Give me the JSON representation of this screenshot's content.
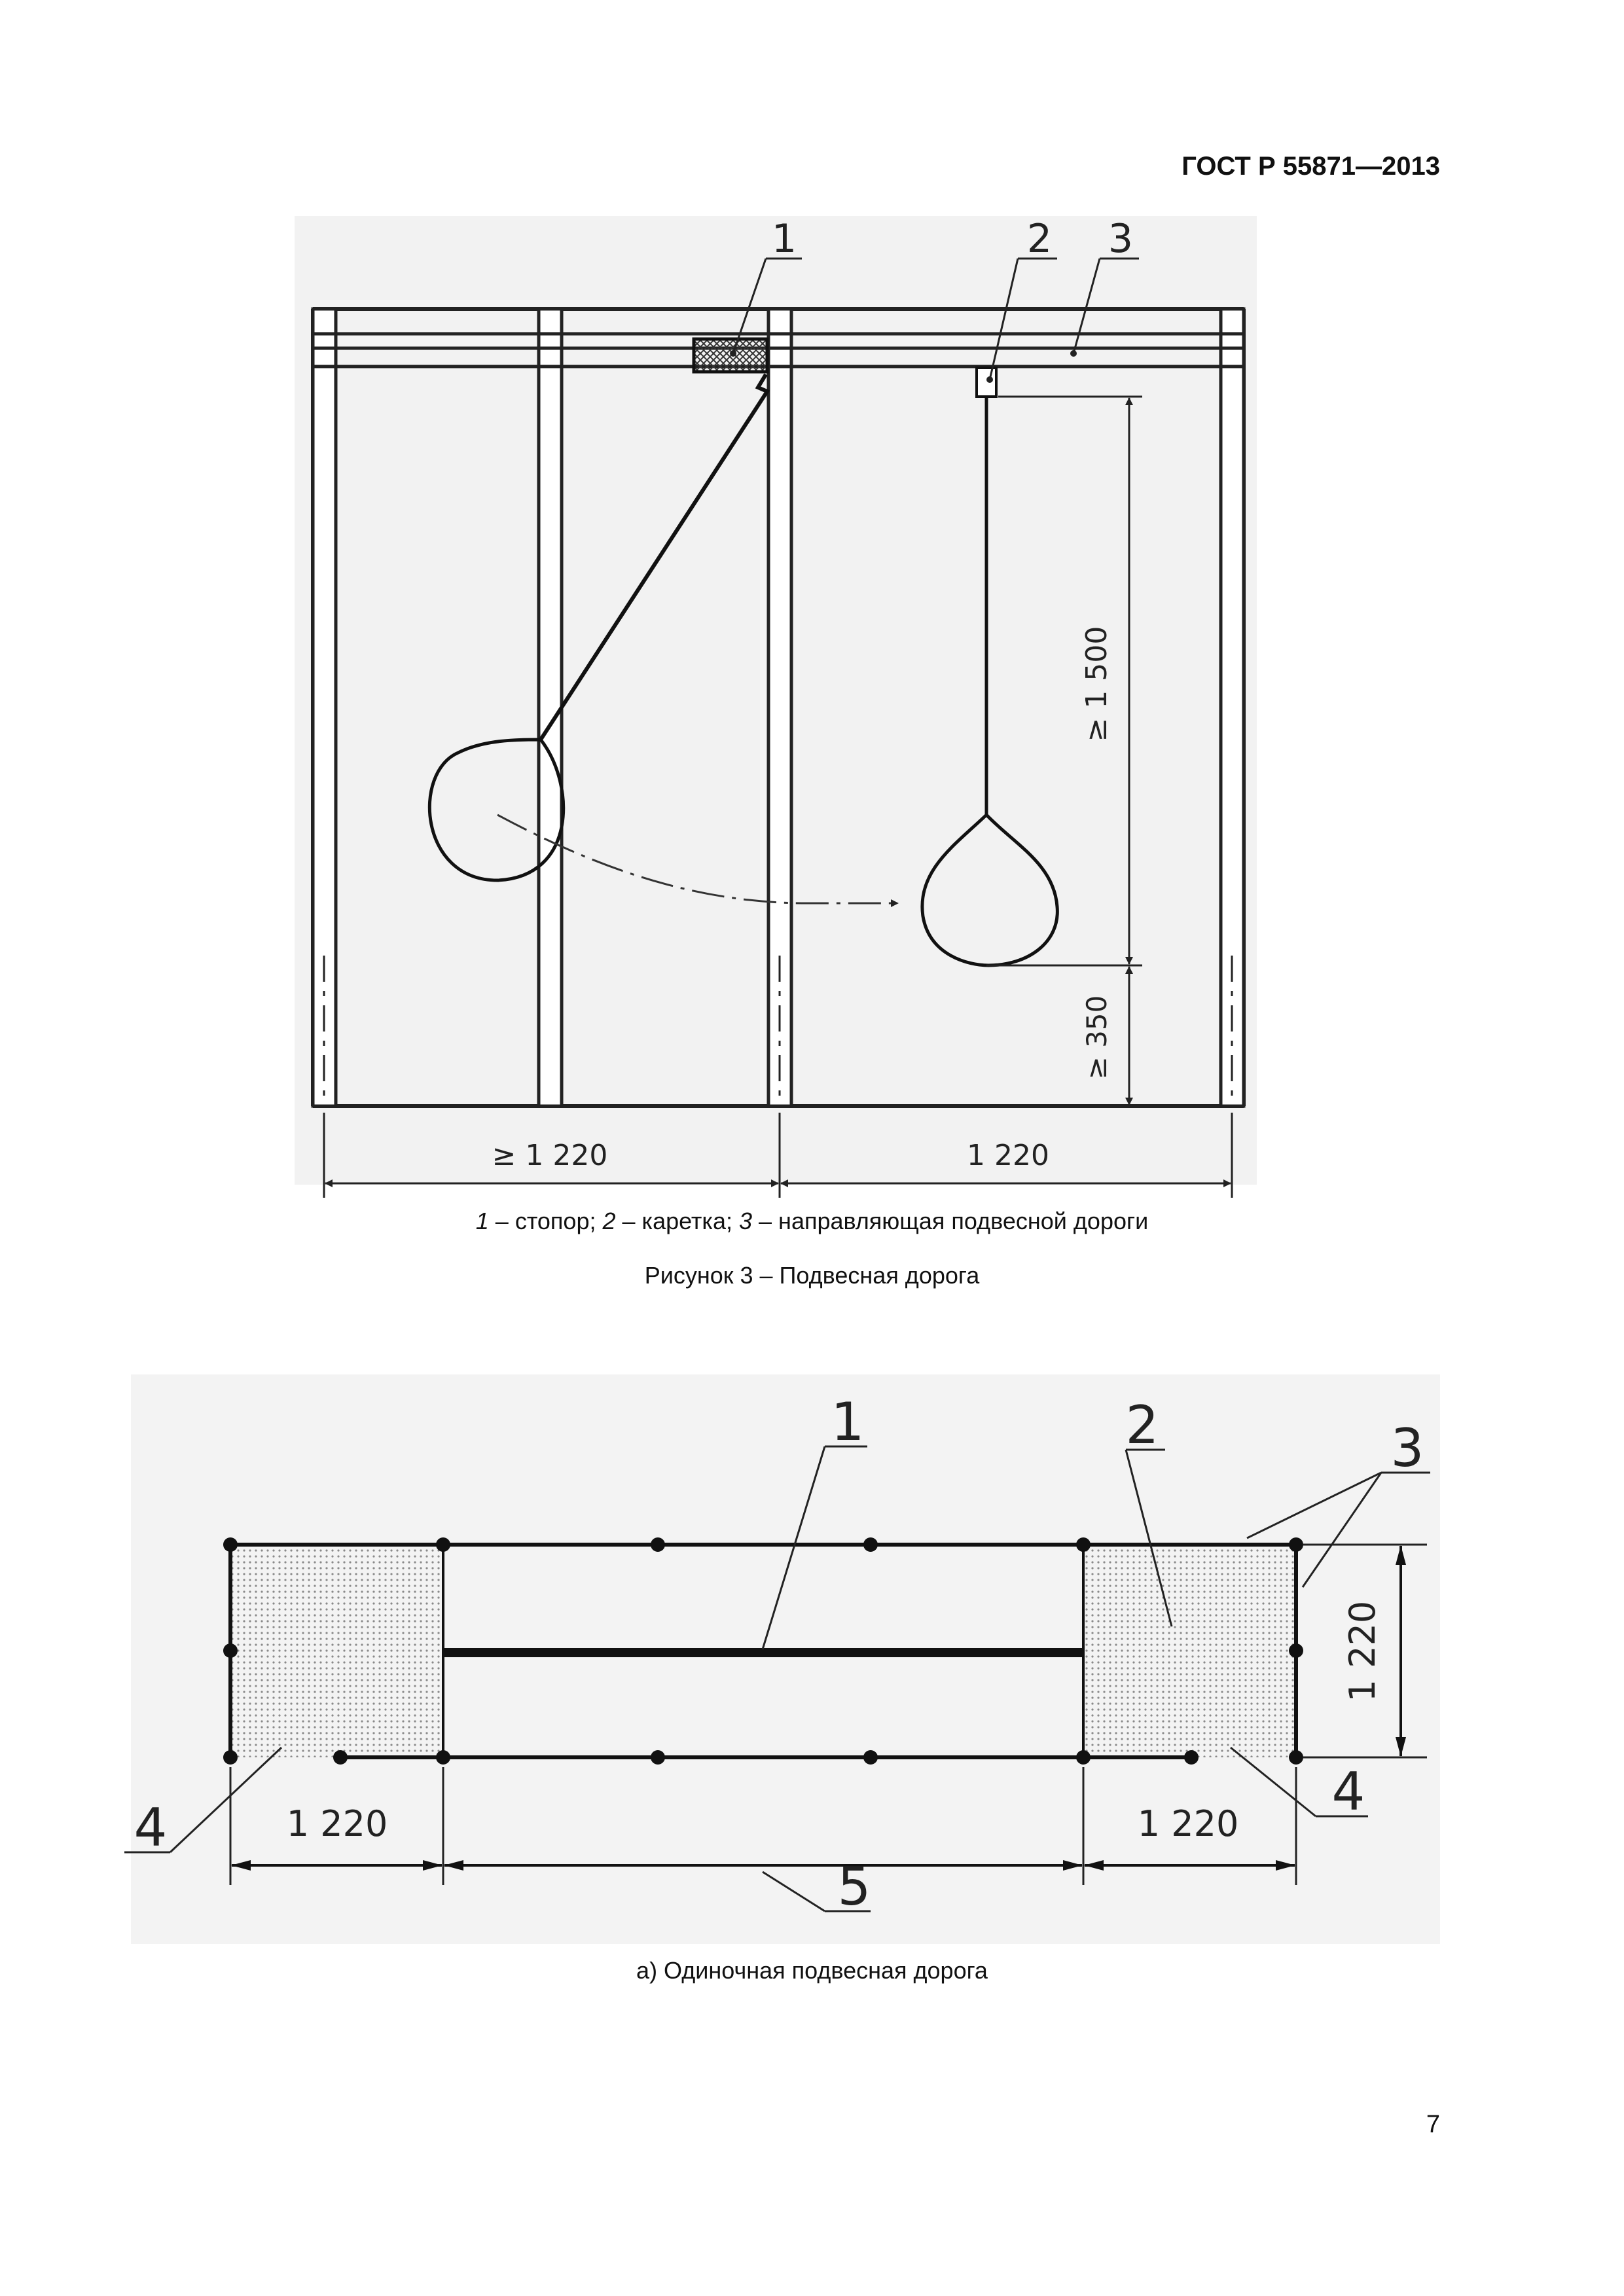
{
  "header": {
    "standard": "ГОСТ Р 55871—2013"
  },
  "figure3": {
    "callouts": [
      "1",
      "2",
      "3"
    ],
    "dim_height": "≥ 1 500",
    "dim_bottom": "≥ 350",
    "dim_left": "≥ 1 220",
    "dim_right": "1 220",
    "legend": {
      "n1": "1",
      "t1": " – стопор; ",
      "n2": "2",
      "t2": " – каретка; ",
      "n3": "3",
      "t3": " – направляющая подвесной дороги"
    },
    "title": "Рисунок 3 – Подвесная дорога"
  },
  "figure4a": {
    "callouts": [
      "1",
      "2",
      "3",
      "4",
      "4",
      "5"
    ],
    "dim_left": "1 220",
    "dim_right": "1 220",
    "dim_height": "1 220",
    "caption": "а) Одиночная подвесная дорога"
  },
  "page": {
    "number": "7"
  }
}
